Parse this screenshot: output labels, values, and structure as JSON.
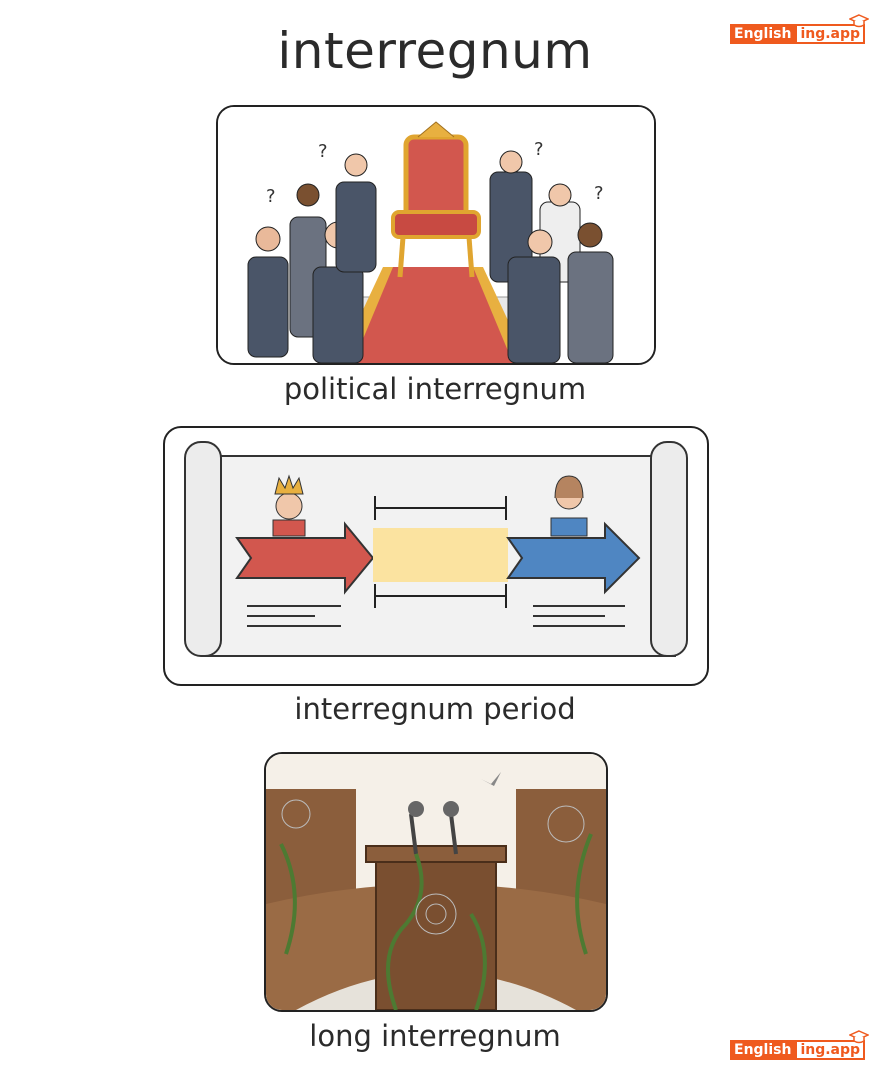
{
  "title": "interregnum",
  "logo": {
    "part1": "English",
    "part2": "ing.app"
  },
  "panels": [
    {
      "caption": "political interregnum",
      "icon": "throne-crowd-illustration"
    },
    {
      "caption": "interregnum period",
      "icon": "scroll-timeline-illustration"
    },
    {
      "caption": "long interregnum",
      "icon": "abandoned-chamber-illustration"
    }
  ],
  "colors": {
    "brand": "#ef5a1e",
    "red": "#d9534a",
    "blue": "#4f86c2",
    "gap": "#fbe3a0"
  }
}
